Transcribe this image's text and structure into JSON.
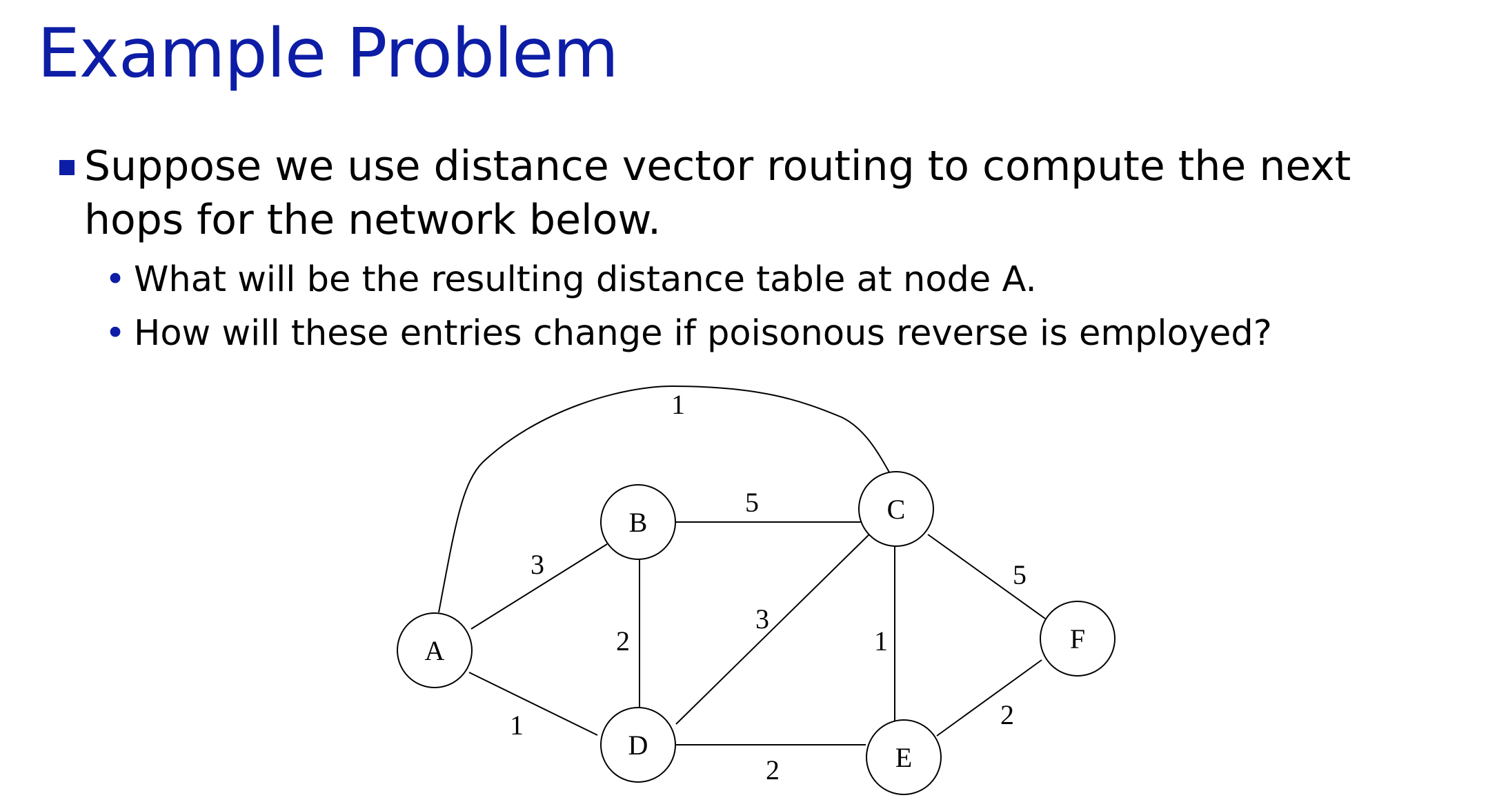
{
  "slide": {
    "title": "Example Problem",
    "bullet_main": "Suppose we use distance vector routing to compute the next hops for the network below.",
    "sub_bullets": [
      "What will be the resulting distance table at node A.",
      "How will these entries change if poisonous reverse is employed?"
    ],
    "sub_bullet_marker": "•"
  },
  "graph": {
    "nodes": {
      "A": "A",
      "B": "B",
      "C": "C",
      "D": "D",
      "E": "E",
      "F": "F"
    },
    "edges": [
      {
        "from": "A",
        "to": "C",
        "cost": "1"
      },
      {
        "from": "A",
        "to": "B",
        "cost": "3"
      },
      {
        "from": "A",
        "to": "D",
        "cost": "1"
      },
      {
        "from": "B",
        "to": "C",
        "cost": "5"
      },
      {
        "from": "B",
        "to": "D",
        "cost": "2"
      },
      {
        "from": "C",
        "to": "D",
        "cost": "3"
      },
      {
        "from": "C",
        "to": "E",
        "cost": "1"
      },
      {
        "from": "C",
        "to": "F",
        "cost": "5"
      },
      {
        "from": "D",
        "to": "E",
        "cost": "2"
      },
      {
        "from": "E",
        "to": "F",
        "cost": "2"
      }
    ]
  }
}
